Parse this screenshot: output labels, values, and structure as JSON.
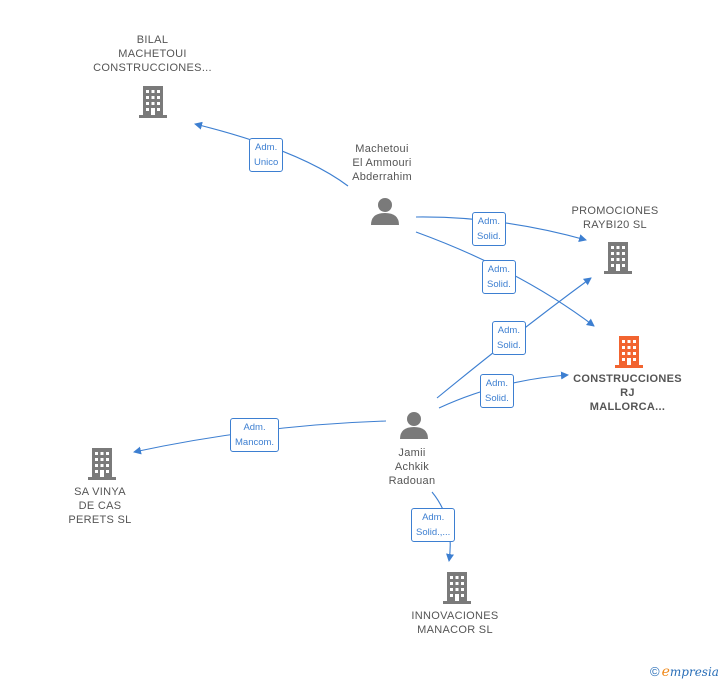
{
  "colors": {
    "edge": "#3d7fd1",
    "company": "#7a7a7a",
    "focus": "#f26430",
    "person": "#7a7a7a"
  },
  "nodes": {
    "bilal": {
      "lines": [
        "BILAL",
        "MACHETOUI",
        "CONSTRUCCIONES..."
      ],
      "icon": "building-icon"
    },
    "machetoui": {
      "lines": [
        "Machetoui",
        "El Ammouri",
        "Abderrahim"
      ],
      "icon": "person-icon"
    },
    "promociones": {
      "lines": [
        "PROMOCIONES",
        "RAYBI20  SL"
      ],
      "icon": "building-icon"
    },
    "construcciones": {
      "lines": [
        "CONSTRUCCIONES",
        "RJ",
        "MALLORCA..."
      ],
      "icon": "building-icon"
    },
    "jamii": {
      "lines": [
        "Jamii",
        "Achkik",
        "Radouan"
      ],
      "icon": "person-icon"
    },
    "savinya": {
      "lines": [
        "SA VINYA",
        "DE CAS",
        "PERETS  SL"
      ],
      "icon": "building-icon"
    },
    "innovaciones": {
      "lines": [
        "INNOVACIONES",
        "MANACOR  SL"
      ],
      "icon": "building-icon"
    }
  },
  "edges": [
    {
      "lines": [
        "Adm.",
        "Unico"
      ]
    },
    {
      "lines": [
        "Adm.",
        "Solid."
      ]
    },
    {
      "lines": [
        "Adm.",
        "Solid."
      ]
    },
    {
      "lines": [
        "Adm.",
        "Solid."
      ]
    },
    {
      "lines": [
        "Adm.",
        "Solid."
      ]
    },
    {
      "lines": [
        "Adm.",
        "Mancom."
      ]
    },
    {
      "lines": [
        "Adm.",
        "Solid.,..."
      ]
    }
  ],
  "brand": {
    "copyright": "©",
    "e": "e",
    "name": "mpresia"
  }
}
